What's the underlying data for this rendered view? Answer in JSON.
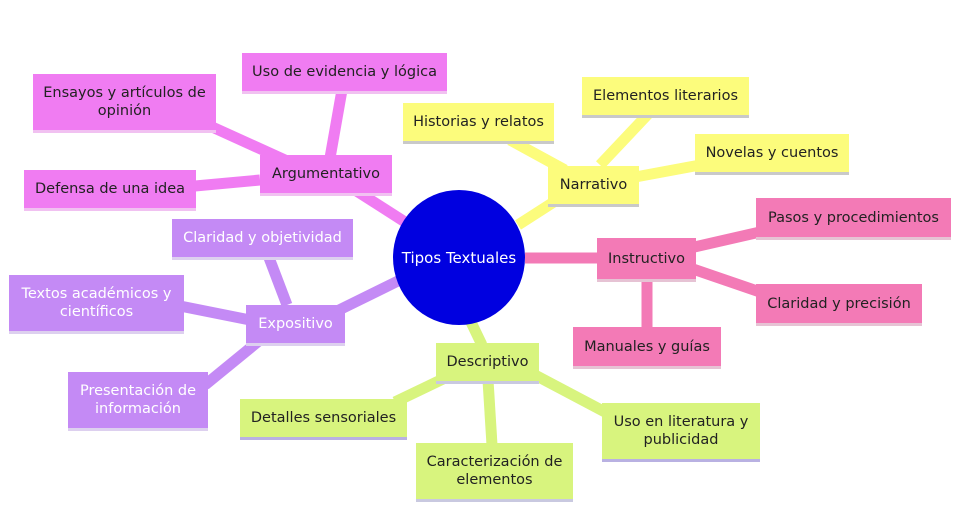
{
  "center": "Tipos Textuales",
  "colors": {
    "center": "#0000e0",
    "argumentativo": "#f07cf2",
    "narrativo": "#fcfc7c",
    "instructivo": "#f37ab6",
    "expositivo": "#c48af5",
    "descriptivo": "#d8f47e"
  },
  "branches": {
    "argumentativo": {
      "label": "Argumentativo",
      "children": [
        "Uso de evidencia y lógica",
        "Ensayos y artículos de opinión",
        "Defensa de una idea"
      ]
    },
    "narrativo": {
      "label": "Narrativo",
      "children": [
        "Elementos literarios",
        "Historias y relatos",
        "Novelas y cuentos"
      ]
    },
    "instructivo": {
      "label": "Instructivo",
      "children": [
        "Pasos y procedimientos",
        "Claridad y precisión",
        "Manuales y guías"
      ]
    },
    "expositivo": {
      "label": "Expositivo",
      "children": [
        "Claridad y objetividad",
        "Textos académicos y científicos",
        "Presentación de información"
      ]
    },
    "descriptivo": {
      "label": "Descriptivo",
      "children": [
        "Detalles sensoriales",
        "Caracterización de elementos",
        "Uso en literatura y publicidad"
      ]
    }
  }
}
